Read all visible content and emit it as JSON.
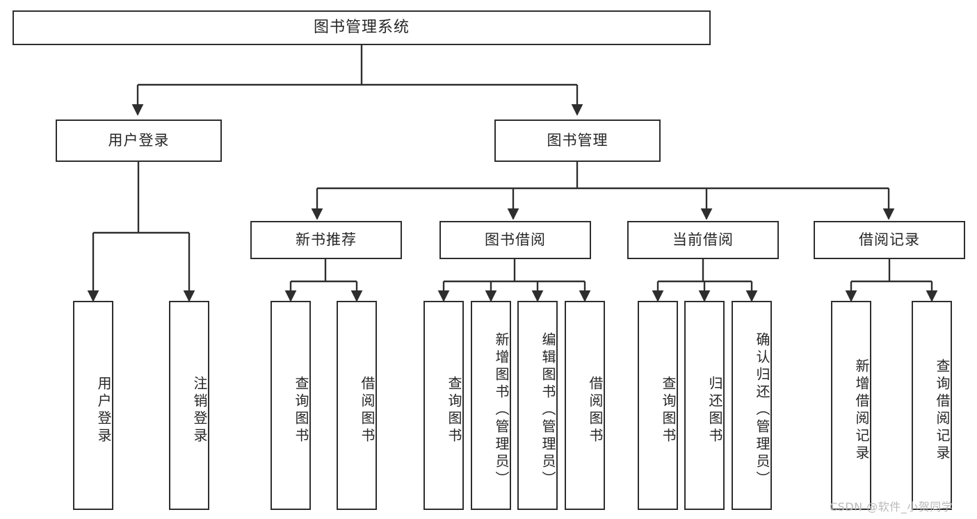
{
  "diagram": {
    "title": "图书管理系统",
    "type": "system function structure chart",
    "stroke_color": "#2e2e2e",
    "fill_color": "#ffffff",
    "text_color": "#262626",
    "root": {
      "id": "root",
      "label": "图书管理系统"
    },
    "level2": [
      {
        "id": "user-login",
        "label": "用户登录"
      },
      {
        "id": "book-management",
        "label": "图书管理"
      }
    ],
    "level3": [
      {
        "id": "new-book-recommend",
        "label": "新书推荐"
      },
      {
        "id": "book-borrow",
        "label": "图书借阅"
      },
      {
        "id": "current-borrow",
        "label": "当前借阅"
      },
      {
        "id": "borrow-record",
        "label": "借阅记录"
      }
    ],
    "leaves": {
      "user_login": [
        {
          "id": "leaf-user-login",
          "label": "用户登录"
        },
        {
          "id": "leaf-logout",
          "label": "注销登录"
        }
      ],
      "new_book_recommend": [
        {
          "id": "leaf-query-book-1",
          "label": "查询图书"
        },
        {
          "id": "leaf-borrow-book-1",
          "label": "借阅图书"
        }
      ],
      "book_borrow": [
        {
          "id": "leaf-query-book-2",
          "label": "查询图书"
        },
        {
          "id": "leaf-add-book",
          "label": "新增图书（管理员）"
        },
        {
          "id": "leaf-edit-book",
          "label": "编辑图书（管理员）"
        },
        {
          "id": "leaf-borrow-book-2",
          "label": "借阅图书"
        }
      ],
      "current_borrow": [
        {
          "id": "leaf-query-book-3",
          "label": "查询图书"
        },
        {
          "id": "leaf-return-book",
          "label": "归还图书"
        },
        {
          "id": "leaf-confirm-return",
          "label": "确认归还（管理员）"
        }
      ],
      "borrow_record": [
        {
          "id": "leaf-add-record",
          "label": "新增借阅记录"
        },
        {
          "id": "leaf-query-record",
          "label": "查询借阅记录"
        }
      ]
    }
  },
  "watermark": {
    "text": "CSDN @软件_小贺同学"
  }
}
